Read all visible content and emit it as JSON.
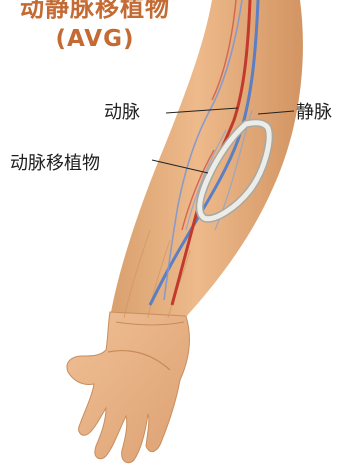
{
  "title": {
    "line1": "动静脉移植物",
    "line2": "(AVG)"
  },
  "labels": {
    "artery": "动脉",
    "vein": "静脉",
    "graft": "动脉移植物"
  },
  "colors": {
    "title": "#c46a33",
    "skin": "#e7b383",
    "artery": "#c23a2e",
    "vein": "#5a7fc4",
    "graft": "#ecece8"
  }
}
